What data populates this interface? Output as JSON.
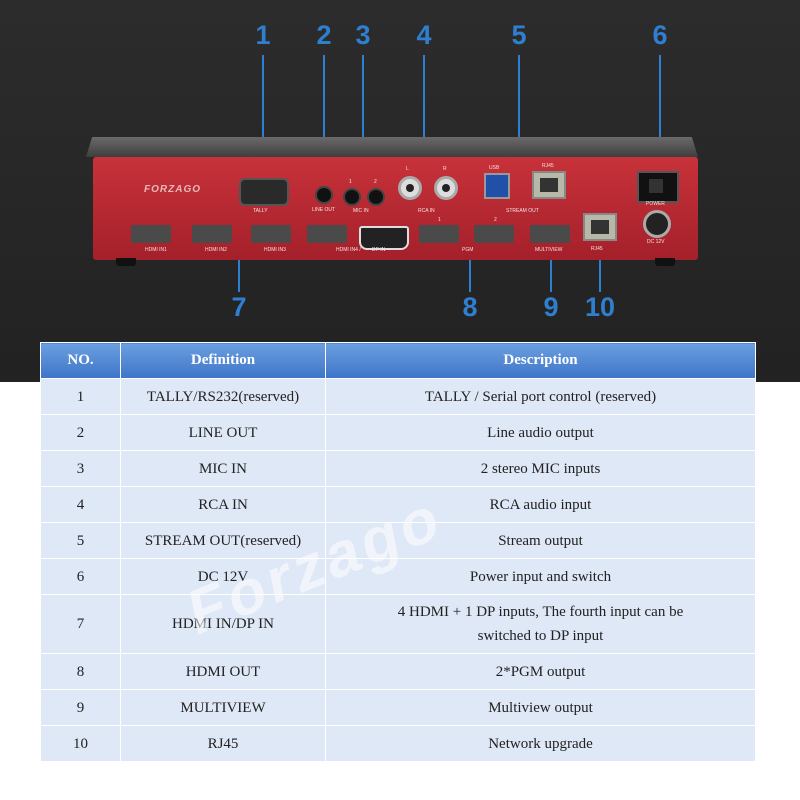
{
  "callouts": [
    "1",
    "2",
    "3",
    "4",
    "5",
    "6",
    "7",
    "8",
    "9",
    "10"
  ],
  "device": {
    "brand": "FORZAGO",
    "labels": {
      "tally": "TALLY",
      "line_out": "LINE OUT",
      "mic_in": "MIC IN",
      "mic_1": "1",
      "mic_2": "2",
      "rca_in": "RCA IN",
      "l": "L",
      "r": "R",
      "usb": "USB",
      "rj45_top": "RJ45",
      "stream_out": "STREAM OUT",
      "power": "POWER",
      "dc12v": "DC 12V",
      "hdmi1": "HDMI IN1",
      "hdmi2": "HDMI IN2",
      "hdmi3": "HDMI IN3",
      "hdmi4": "HDMI IN4 /",
      "dp_in": "DP IN",
      "pgm": "PGM",
      "pgm_1": "1",
      "pgm_2": "2",
      "multiview": "MULTIVIEW",
      "rj45": "RJ45"
    }
  },
  "table": {
    "headers": [
      "NO.",
      "Definition",
      "Description"
    ],
    "rows": [
      {
        "no": "1",
        "definition": "TALLY/RS232(reserved)",
        "description": "TALLY / Serial port control (reserved)"
      },
      {
        "no": "2",
        "definition": "LINE OUT",
        "description": "Line audio output"
      },
      {
        "no": "3",
        "definition": "MIC IN",
        "description": "2 stereo MIC inputs"
      },
      {
        "no": "4",
        "definition": "RCA IN",
        "description": "RCA audio input"
      },
      {
        "no": "5",
        "definition": "STREAM OUT(reserved)",
        "description": "Stream output"
      },
      {
        "no": "6",
        "definition": "DC 12V",
        "description": "Power input and switch"
      },
      {
        "no": "7",
        "definition": "HDMI IN/DP IN",
        "description": "4 HDMI + 1 DP inputs, The fourth input can be switched to DP input"
      },
      {
        "no": "8",
        "definition": "HDMI OUT",
        "description": "2*PGM output"
      },
      {
        "no": "9",
        "definition": "MULTIVIEW",
        "description": "Multiview output"
      },
      {
        "no": "10",
        "definition": "RJ45",
        "description": "Network upgrade"
      }
    ]
  },
  "watermark": "Forzago",
  "colors": {
    "accent": "#2f7fd0",
    "device_red": "#b8262f",
    "header_blue": "#4a80cc",
    "row_bg": "#dfe8f6"
  }
}
